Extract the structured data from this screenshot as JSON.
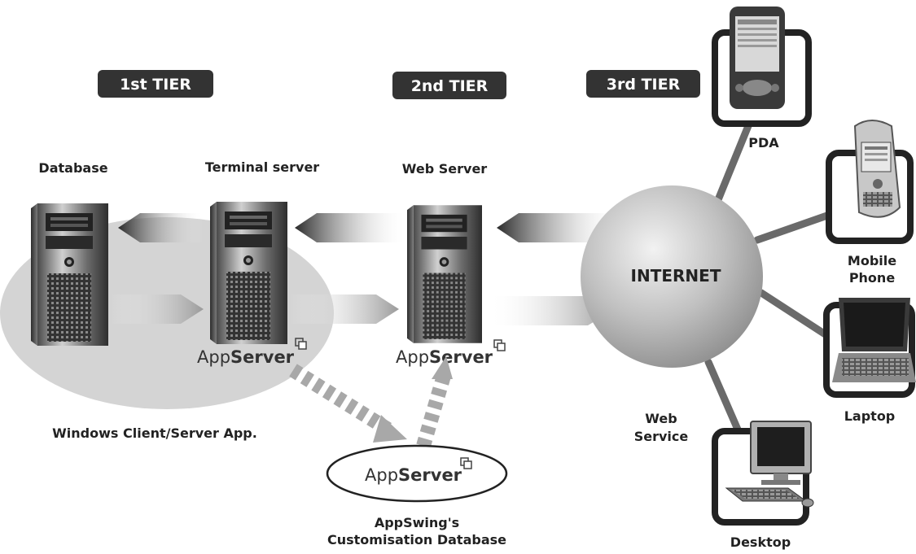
{
  "tiers": [
    "1st TIER",
    "2nd TIER",
    "3rd TIER"
  ],
  "servers": {
    "database": "Database",
    "terminal": "Terminal server",
    "web": "Web Server"
  },
  "appserver": {
    "prefix": "App",
    "bold": "Server"
  },
  "client_server_label": "Windows Client/Server App.",
  "customisation": [
    "AppSwing's",
    "Customisation Database"
  ],
  "internet": "INTERNET",
  "web_service": [
    "Web",
    "Service"
  ],
  "devices": {
    "pda": "PDA",
    "mobile": [
      "Mobile",
      "Phone"
    ],
    "laptop": "Laptop",
    "desktop": "Desktop"
  },
  "colors": {
    "tier_badge": "#333333",
    "internet_globe": "#b8b8b8",
    "ellipse_fill": "#d4d4d4"
  }
}
